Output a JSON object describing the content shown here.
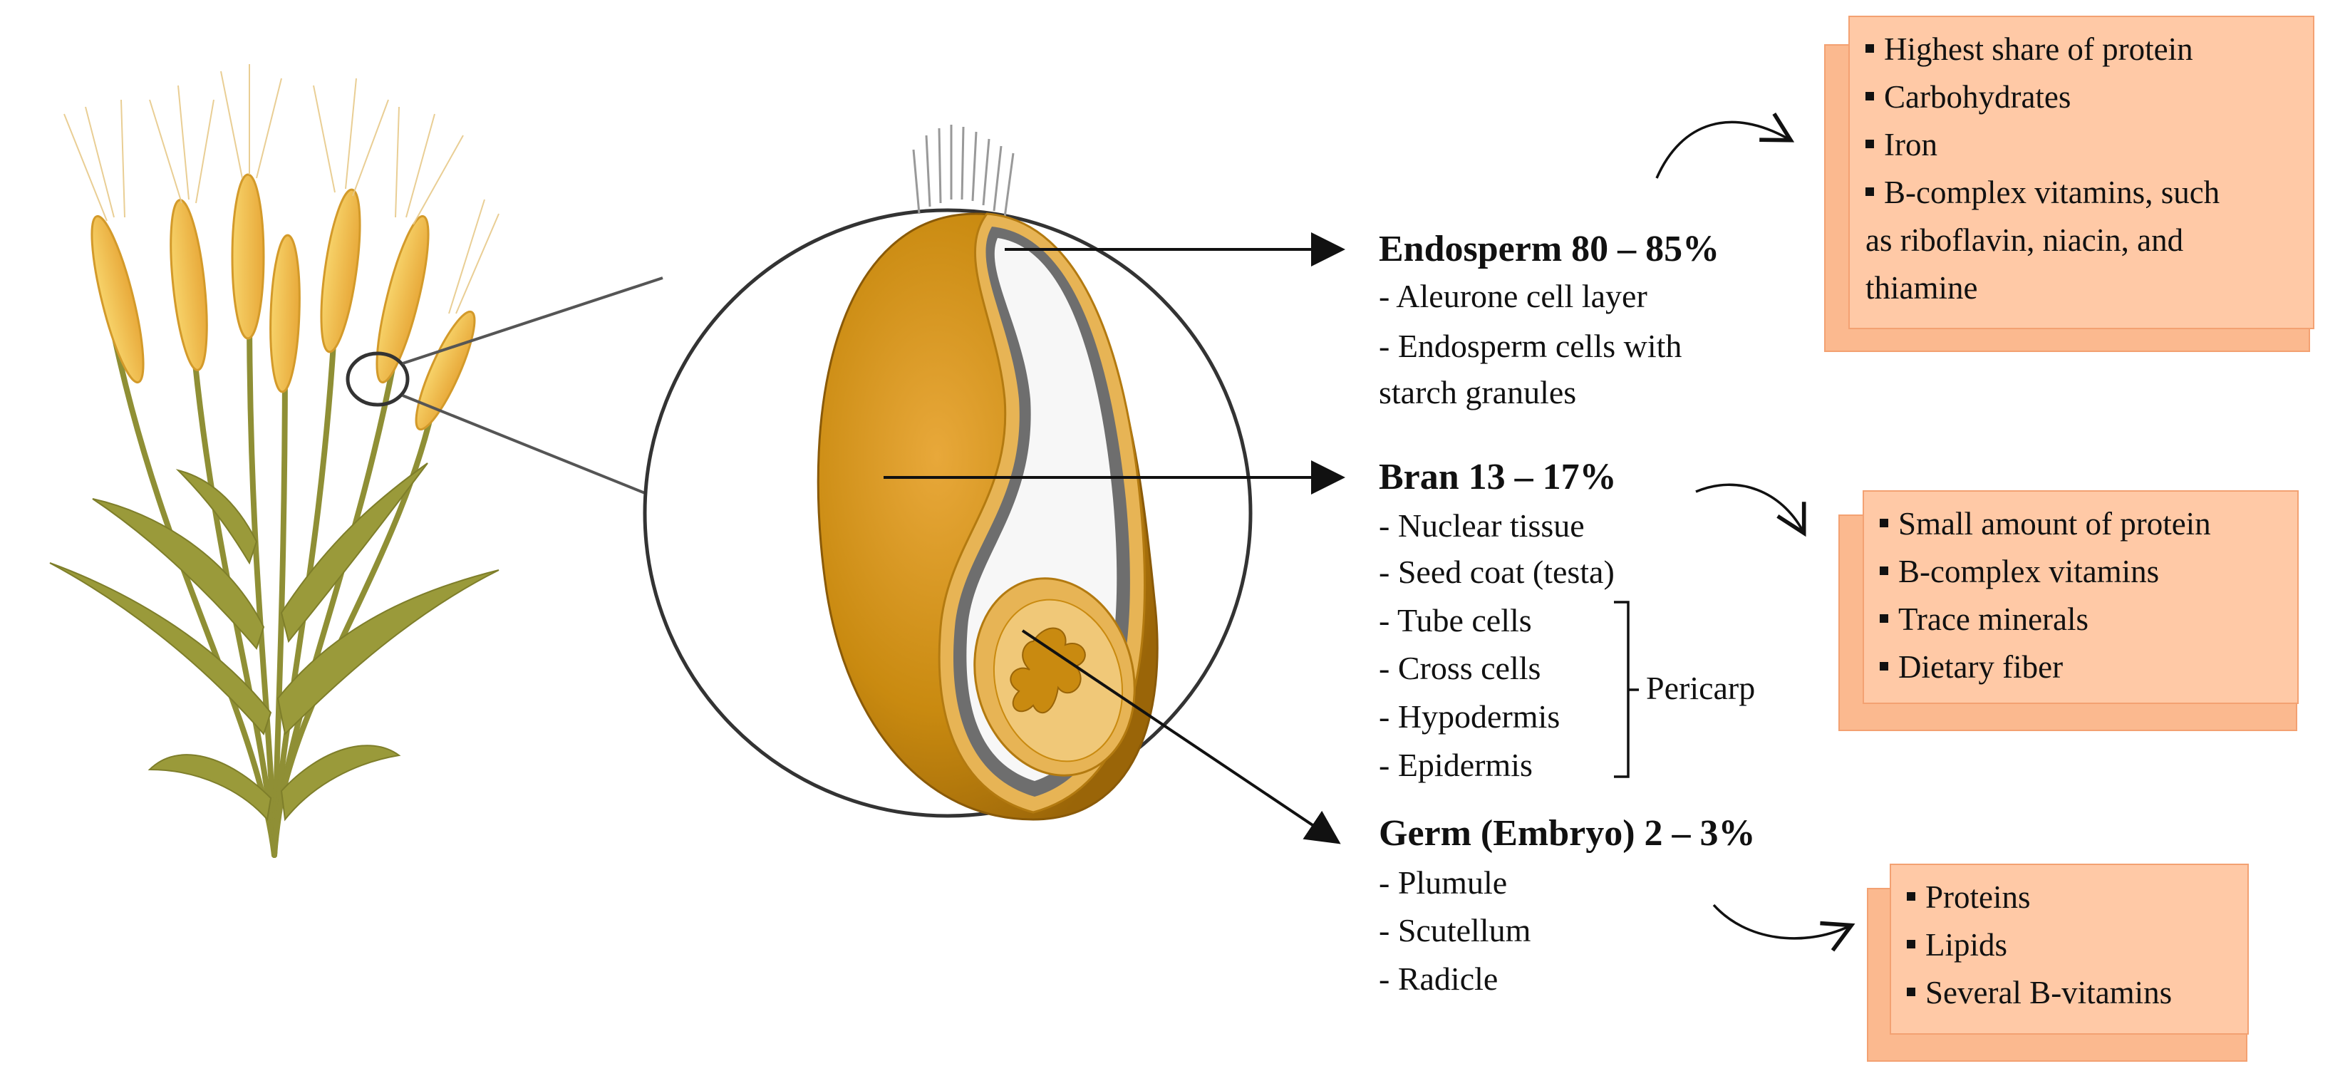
{
  "endosperm": {
    "title": "Endosperm 80 – 85%",
    "items": [
      "- Aleurone cell layer",
      "- Endosperm cells with",
      "starch granules"
    ],
    "box": [
      "Highest share of protein",
      "Carbohydrates",
      "Iron",
      "B-complex vitamins, such"
    ],
    "box_cont": [
      "as riboflavin, niacin, and",
      "thiamine"
    ]
  },
  "bran": {
    "title": "Bran 13 – 17%",
    "items": [
      "- Nuclear tissue",
      "- Seed coat (testa)",
      "- Tube cells",
      "- Cross cells",
      "- Hypodermis",
      "- Epidermis"
    ],
    "group_label": "Pericarp",
    "box": [
      "Small amount of protein",
      "B-complex vitamins",
      "Trace minerals",
      "Dietary fiber"
    ]
  },
  "germ": {
    "title": "Germ (Embryo) 2 – 3%",
    "items": [
      "- Plumule",
      "- Scutellum",
      "- Radicle"
    ],
    "box": [
      "Proteins",
      "Lipids",
      "Several B-vitamins"
    ]
  },
  "colors": {
    "grain": "#c98a10",
    "grain_light": "#e7b455",
    "box_fill": "#ffc9a6",
    "box_shadow": "#fbb98f",
    "stalk": "#9a9a3a",
    "ear": "#f4c542"
  }
}
